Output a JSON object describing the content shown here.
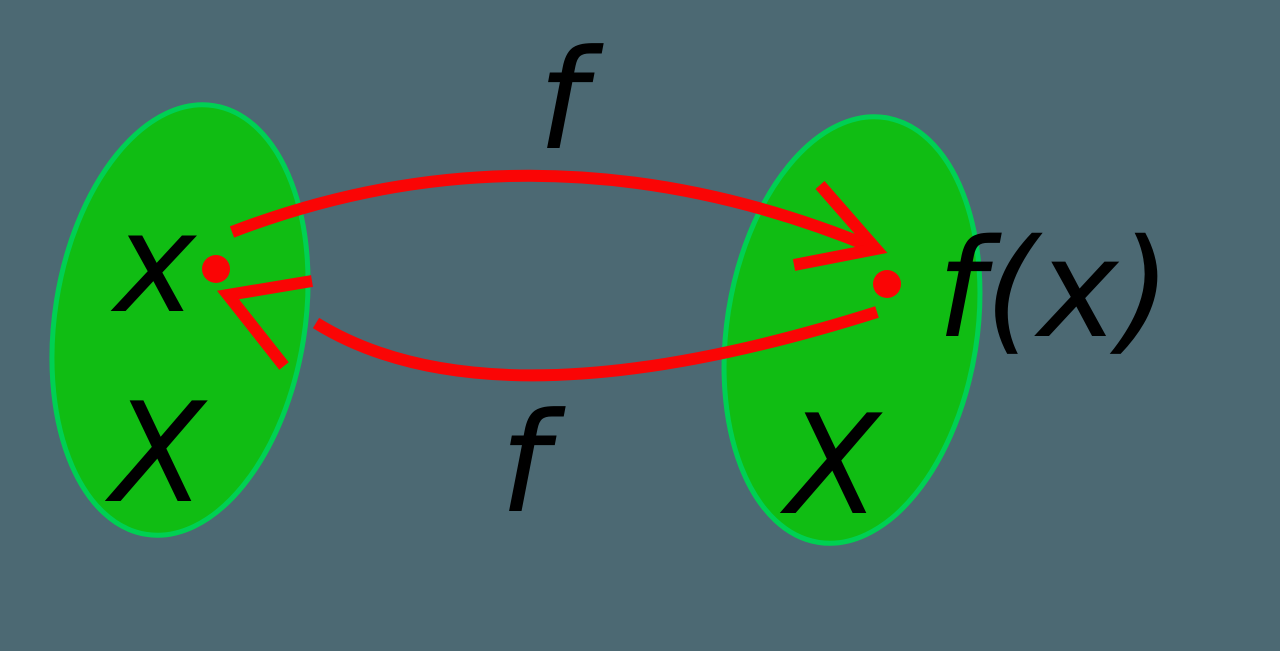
{
  "diagram": {
    "type": "function-mapping-involution",
    "description": "A function f maps element x of set X to f(x) in set X; applying f again maps f(x) back to x (f is an involution).",
    "sets": [
      {
        "id": "domain",
        "label": "X",
        "position": "left"
      },
      {
        "id": "codomain",
        "label": "X",
        "position": "right"
      }
    ],
    "elements": [
      {
        "id": "x",
        "label": "x",
        "set": "domain",
        "marker": "red-dot"
      },
      {
        "id": "fx",
        "label": "f(x)",
        "set": "codomain",
        "marker": "red-dot"
      }
    ],
    "maps": [
      {
        "label": "f",
        "from": "x",
        "to": "f(x)",
        "path": "top",
        "direction": "left-to-right"
      },
      {
        "label": "f",
        "from": "f(x)",
        "to": "x",
        "path": "bottom",
        "direction": "right-to-left"
      }
    ]
  },
  "labels": {
    "top_arrow": "f",
    "bottom_arrow": "f",
    "domain_element": "x",
    "codomain_element": "f(x)",
    "domain_set": "X",
    "codomain_set": "X"
  },
  "colors": {
    "background": "#4c6973",
    "set_fill": "#10bd13",
    "set_border": "#00d053",
    "arrow": "#fa0505",
    "point": "#fa0505",
    "label": "#000000"
  }
}
